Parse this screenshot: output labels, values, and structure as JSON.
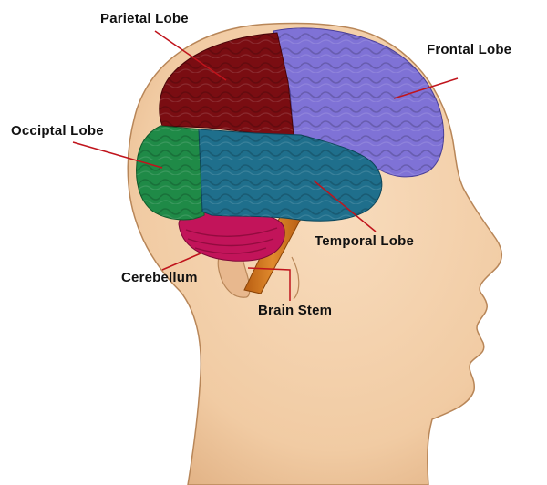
{
  "labels": {
    "parietal": "Parietal Lobe",
    "frontal": "Frontal Lobe",
    "occipital": "Occiptal Lobe",
    "temporal": "Temporal Lobe",
    "cerebellum": "Cerebellum",
    "brain_stem": "Brain Stem"
  },
  "colors": {
    "skin": "#f3cfaa",
    "skin_shadow": "#e1b184",
    "skin_outline": "#b88658",
    "parietal": "#7a0d12",
    "frontal": "#7f72d6",
    "occipital": "#1f8a47",
    "temporal": "#1f6f8c",
    "cerebellum": "#c2145a",
    "brain_stem": "#d2771f",
    "leader_line": "#c0141c"
  }
}
